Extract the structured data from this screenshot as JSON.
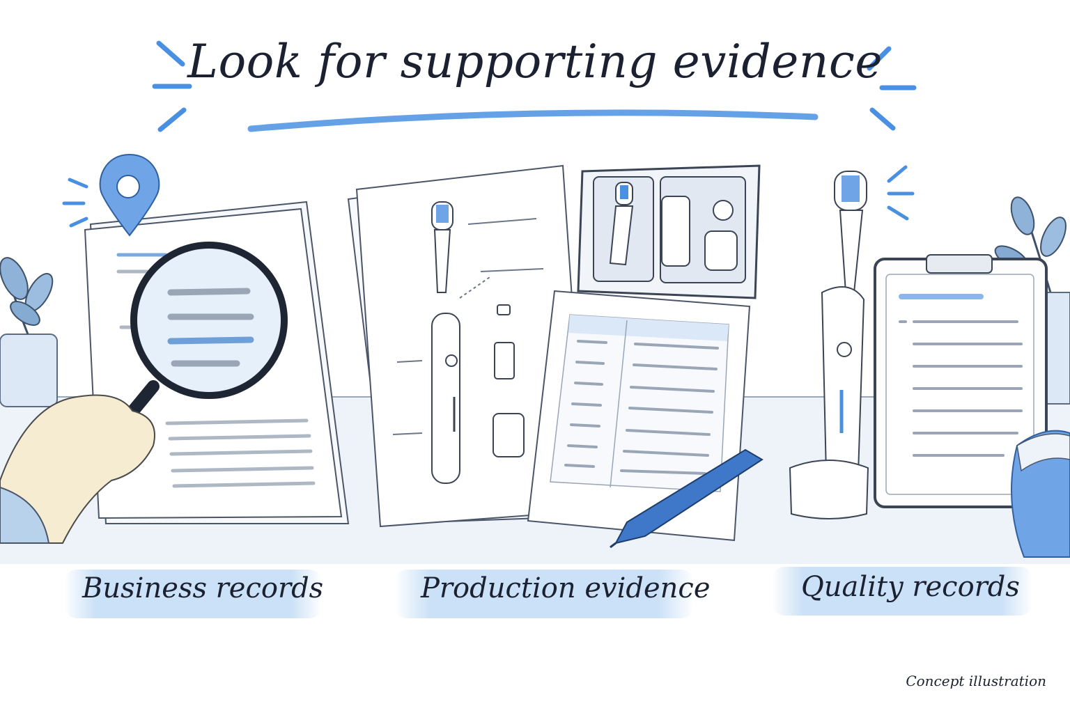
{
  "title": "Look for supporting evidence",
  "panels": [
    {
      "label": "Business records",
      "icons": [
        "location-pin-icon",
        "magnifying-glass-icon",
        "document-icon",
        "plant-icon"
      ]
    },
    {
      "label": "Production evidence",
      "icons": [
        "toothbrush-diagram-icon",
        "parts-tray-icon",
        "spreadsheet-icon",
        "pen-icon"
      ]
    },
    {
      "label": "Quality records",
      "icons": [
        "toothbrush-icon",
        "clipboard-checklist-icon",
        "plant-icon",
        "towel-icon"
      ]
    }
  ],
  "caption": "Concept illustration",
  "colors": {
    "accent": "#4a90e2",
    "accent_light": "#a8cdf2",
    "ink": "#1b2130",
    "paper": "#ffffff"
  }
}
